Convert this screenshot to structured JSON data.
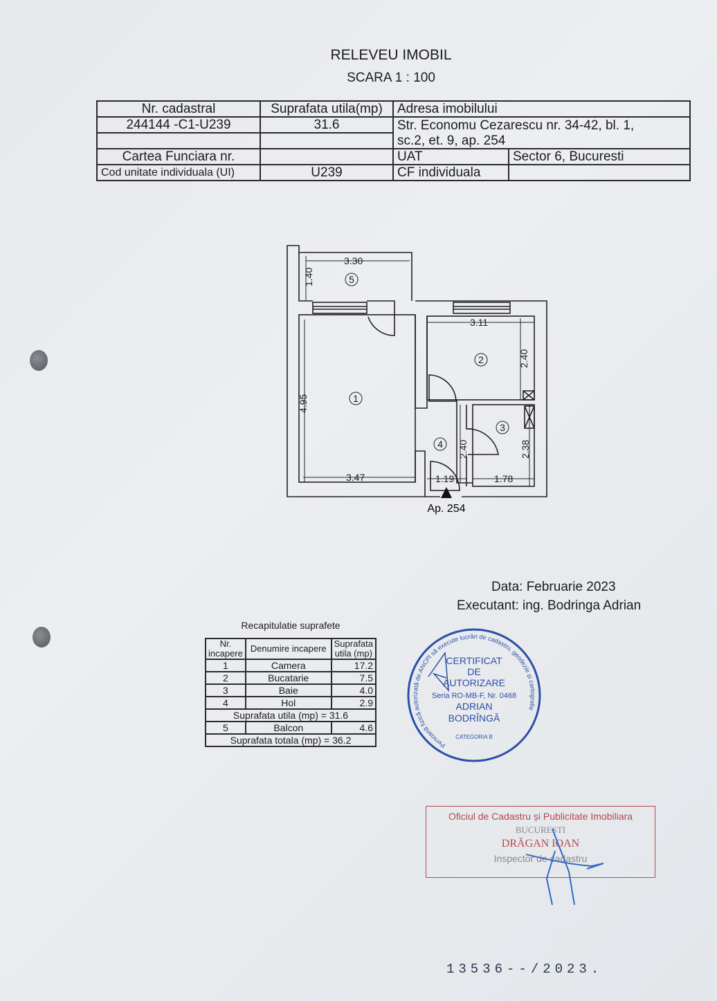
{
  "document": {
    "title": "RELEVEU IMOBIL",
    "scale": "SCARA  1 : 100"
  },
  "header_table": {
    "nr_cadastral_label": "Nr. cadastral",
    "suprafata_label": "Suprafata utila(mp)",
    "adresa_label": "Adresa imobilului",
    "nr_cadastral_value": "244144 -C1-U239",
    "suprafata_value": "31.6",
    "adresa_line1": "Str. Economu Cezarescu nr. 34-42, bl. 1,",
    "adresa_line2": "sc.2, et. 9, ap. 254",
    "cartea_funciara_label": "Cartea Funciara nr.",
    "uat_label": "UAT",
    "uat_value": "Sector 6, Bucuresti",
    "cod_ui_label": "Cod unitate individuala (UI)",
    "cod_ui_value": "U239",
    "cf_label": "CF individuala"
  },
  "floor_plan": {
    "dimensions": {
      "balcony_width": "3.30",
      "balcony_depth": "1.40",
      "kitchen_width": "3.11",
      "kitchen_depth": "2.40",
      "room_height": "4.95",
      "room_width": "3.47",
      "hall_height": "2.40",
      "bath_height": "2.38",
      "hall_width": "1.19",
      "bath_width": "1.78"
    },
    "room_numbers": [
      "1",
      "2",
      "3",
      "4",
      "5"
    ],
    "entrance_label": "Ap. 254"
  },
  "meta": {
    "date": "Data: Februarie 2023",
    "executant": "Executant: ing. Bodringa  Adrian"
  },
  "recap": {
    "title": "Recapitulatie suprafete",
    "headers": [
      "Nr. incapere",
      "Denumire incapere",
      "Suprafata utila (mp)"
    ],
    "rows": [
      {
        "nr": "1",
        "name": "Camera",
        "area": "17.2"
      },
      {
        "nr": "2",
        "name": "Bucatarie",
        "area": "7.5"
      },
      {
        "nr": "3",
        "name": "Baie",
        "area": "4.0"
      },
      {
        "nr": "4",
        "name": "Hol",
        "area": "2.9"
      }
    ],
    "subtotal": "Suprafata utila (mp) = 31.6",
    "balcony_row": {
      "nr": "5",
      "name": "Balcon",
      "area": "4.6"
    },
    "total": "Suprafata totala (mp) = 36.2"
  },
  "stamps": {
    "authorization_stamp": {
      "outer_text": "Persoană fizică autorizată de ANCPI să execute lucrări de cadastru, geodezie și cartografie",
      "line1": "CERTIFICAT",
      "line2": "DE",
      "line3": "AUTORIZARE",
      "series": "Seria RO-MB-F, Nr. 0468",
      "name1": "ADRIAN",
      "name2": "BODRÎNGĂ",
      "category": "CATEGORIA B",
      "color": "#2a4fa8"
    },
    "ocpi_stamp": {
      "line1": "Oficiul de Cadastru și Publicitate Imobiliara",
      "line2": "BUCUREȘTI",
      "line3": "DRĂGAN IOAN",
      "line4": "Inspector de cadastru",
      "color": "#b5484c"
    }
  },
  "registration_number": "13536--/2023."
}
